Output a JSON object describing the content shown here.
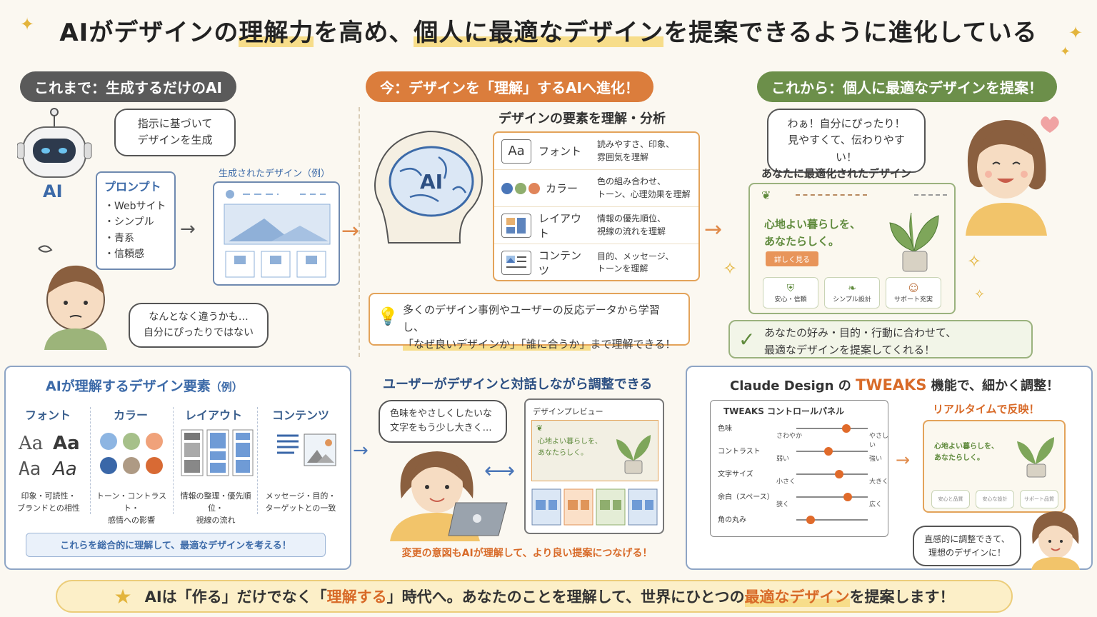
{
  "title": {
    "part1": "AIがデザインの",
    "hl1": "理解力",
    "part2": "を高め、",
    "part3": "個人に",
    "hl2": "最適なデザイン",
    "part4": "を提案できるように進化している"
  },
  "sections": {
    "past": {
      "label": "これまで：生成するだけのAI",
      "robot_label": "AI",
      "bubble_line1": "指示に基づいて",
      "bubble_line2": "デザインを生成",
      "prompt_title": "プロンプト",
      "prompt_items": [
        "・Webサイト",
        "・シンプル",
        "・青系",
        "・信頼感"
      ],
      "generated_label": "生成されたデザイン（例）",
      "worry_line1": "なんとなく違うかも…",
      "worry_line2": "自分にぴったりではない"
    },
    "now": {
      "label": "今：デザインを「理解」するAIへ進化！",
      "brain_label": "AI",
      "elements_title": "デザインの要素を理解・分析",
      "elements": [
        {
          "icon": "Aa",
          "name": "フォント",
          "desc1": "読みやすさ、印象、",
          "desc2": "雰囲気を理解"
        },
        {
          "icon": "",
          "name": "カラー",
          "desc1": "色の組み合わせ、",
          "desc2": "トーン、心理効果を理解"
        },
        {
          "icon": "",
          "name": "レイアウト",
          "desc1": "情報の優先順位、",
          "desc2": "視線の流れを理解"
        },
        {
          "icon": "",
          "name": "コンテンツ",
          "desc1": "目的、メッセージ、",
          "desc2": "トーンを理解"
        }
      ],
      "learn_line1": "多くのデザイン事例やユーザーの反応データから学習し、",
      "learn_q1": "「なぜ良いデザインか」",
      "learn_q2": "「誰に合うか」",
      "learn_tail": "まで理解できる！"
    },
    "future": {
      "label": "これから：個人に最適なデザインを提案！",
      "bubble_line1": "わぁ！自分にぴったり！",
      "bubble_line2": "見やすくて、伝わりやすい！",
      "optimized_label": "あなたに最適化されたデザイン",
      "hero_line1": "心地よい暮らしを、",
      "hero_line2": "あなたらしく。",
      "hero_button": "詳しく見る",
      "features": [
        "安心・信頼",
        "シンプル設計",
        "サポート充実"
      ],
      "check_line1": "あなたの好み・目的・行動に合わせて、",
      "check_line2": "最適なデザインを提案してくれる！"
    }
  },
  "bottom": {
    "elements_panel": {
      "title": "AIが理解するデザイン要素",
      "title_suffix": "（例）",
      "columns": [
        {
          "head": "フォント",
          "cap1": "印象・可読性・",
          "cap2": "ブランドとの相性"
        },
        {
          "head": "カラー",
          "cap1": "トーン・コントラスト・",
          "cap2": "感情への影響"
        },
        {
          "head": "レイアウト",
          "cap1": "情報の整理・優先順位・",
          "cap2": "視線の流れ"
        },
        {
          "head": "コンテンツ",
          "cap1": "メッセージ・目的・",
          "cap2": "ターゲットとの一致"
        }
      ],
      "font_samples": [
        "Aa",
        "Aa",
        "Aa",
        "Aa"
      ],
      "summary": "これらを総合的に理解して、最適なデザインを考える！"
    },
    "dialog_panel": {
      "title": "ユーザーがデザインと対話しながら調整できる",
      "bubble_line1": "色味をやさしくしたいな",
      "bubble_line2": "文字をもう少し大きく…",
      "preview_label": "デザインプレビュー",
      "preview_hero1": "心地よい暮らしを、",
      "preview_hero2": "あなたらしく。",
      "caption": "変更の意図もAIが理解して、より良い提案につなげる！"
    },
    "tweaks_panel": {
      "title_pre": "Claude Design の ",
      "title_hl": "TWEAKS",
      "title_post": " 機能で、細かく調整！",
      "control_title": "TWEAKS コントロールパネル",
      "controls": [
        {
          "label": "色味",
          "lo": "さわやか",
          "hi": "やさしい",
          "value": 0.7
        },
        {
          "label": "コントラスト",
          "lo": "弱い",
          "hi": "強い",
          "value": 0.45
        },
        {
          "label": "文字サイズ",
          "lo": "小さく",
          "hi": "大きく",
          "value": 0.6
        },
        {
          "label": "余白（スペース）",
          "lo": "狭く",
          "hi": "広く",
          "value": 0.72
        },
        {
          "label": "角の丸み",
          "lo": "",
          "hi": "",
          "value": 0.2
        }
      ],
      "realtime_label": "リアルタイムで反映！",
      "result_hero1": "心地よい暮らしを、",
      "result_hero2": "あなたらしく。",
      "result_features": [
        "安心と品質",
        "安心な設計",
        "サポート品質"
      ],
      "bubble_line1": "直感的に調整できて、",
      "bubble_line2": "理想のデザインに！"
    }
  },
  "banner": {
    "part1": "AIは「作る」だけでなく「",
    "hl1": "理解する",
    "part2": "」時代へ。あなたのことを理解して、世界にひとつの",
    "hl2": "最適なデザイン",
    "part3": "を提案します！"
  },
  "colors": {
    "orange": "#db7d3c",
    "green": "#6c8f4a",
    "gray": "#5a5a5a",
    "blue": "#3c6aa8",
    "cream": "#fbf8f1"
  }
}
